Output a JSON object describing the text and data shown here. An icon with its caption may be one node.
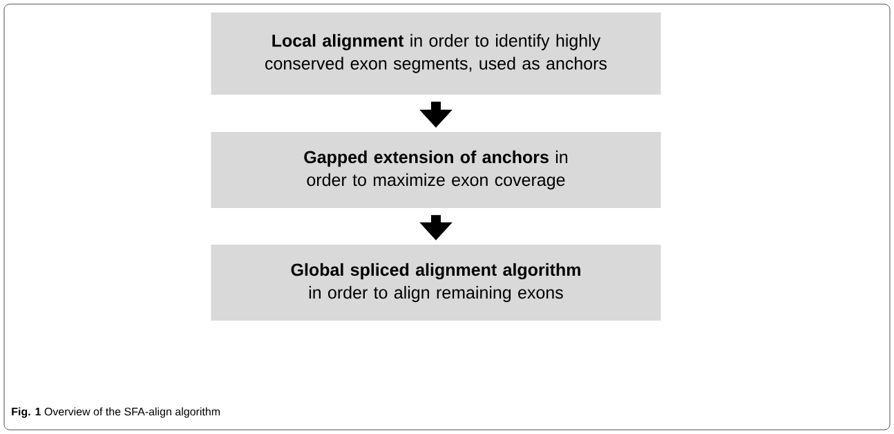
{
  "diagram": {
    "caption": "**Fig. 1** Overview of the SFA-align algorithm",
    "nodes": [
      {
        "text": [
          "**Local alignment** in order to identify highly conserved exon segments, used as anchors"
        ]
      },
      {
        "text": [
          "**Gapped extension of anchors** in order to maximize exon coverage"
        ]
      },
      {
        "text": [
          "**Global spliced alignment algorithm** in order to align remaining exons"
        ]
      }
    ],
    "edges": [
      {
        "from": 0,
        "to": 1,
        "arrow": "to"
      },
      {
        "from": 1,
        "to": 2,
        "arrow": "to"
      }
    ]
  }
}
